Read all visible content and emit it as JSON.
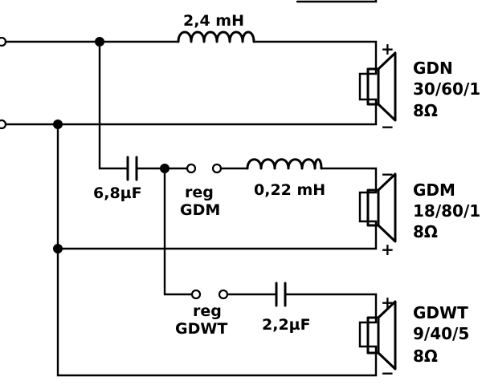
{
  "components": {
    "inductor_main": "2,4 mH",
    "cap_mid": "6,8µF",
    "inductor_mid": "0,22 mH",
    "cap_tweeter": "2,2µF",
    "reg_mid_line1": "reg",
    "reg_mid_line2": "GDM",
    "reg_tw_line1": "reg",
    "reg_tw_line2": "GDWT"
  },
  "speakers": [
    {
      "model": "GDN",
      "spec": "30/60/1",
      "impedance": "8Ω",
      "top_polarity": "+",
      "bottom_polarity": "−"
    },
    {
      "model": "GDM",
      "spec": "18/80/1",
      "impedance": "8Ω",
      "top_polarity": "−",
      "bottom_polarity": "+"
    },
    {
      "model": "GDWT",
      "spec": "9/40/5",
      "impedance": "8Ω",
      "top_polarity": "+",
      "bottom_polarity": "−"
    }
  ]
}
